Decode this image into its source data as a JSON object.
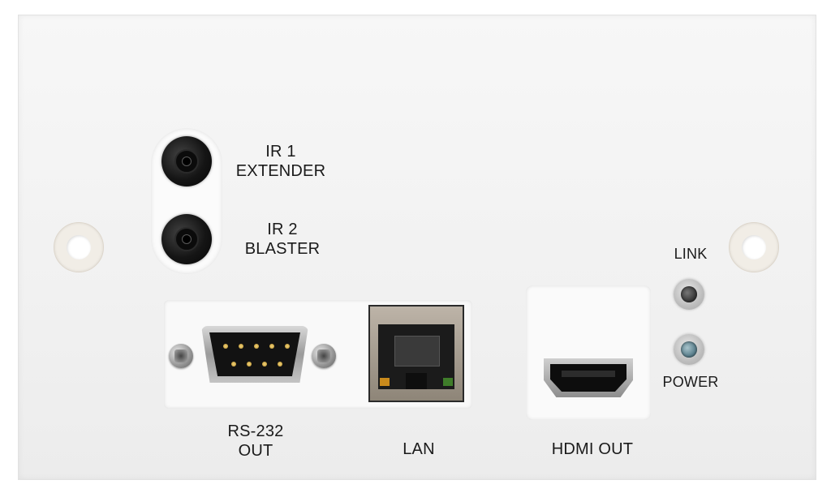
{
  "panel": {
    "ir_labels": {
      "ir1": "IR 1",
      "extender": "EXTENDER",
      "ir2": "IR 2",
      "blaster": "BLASTER"
    },
    "indicator_labels": {
      "link": "LINK",
      "power": "POWER"
    },
    "port_labels": {
      "rs232_line1": "RS-232",
      "rs232_line2": "OUT",
      "lan": "LAN",
      "hdmi_out": "HDMI OUT"
    }
  },
  "colors": {
    "panel": "#f3f3f3",
    "label_text": "#1a1a1a",
    "lan_led_amber": "#c98a1c",
    "lan_led_green": "#3f7d2a",
    "link_led_lens": "#3a3a3a",
    "power_led_lens": "#5a7f8c"
  }
}
